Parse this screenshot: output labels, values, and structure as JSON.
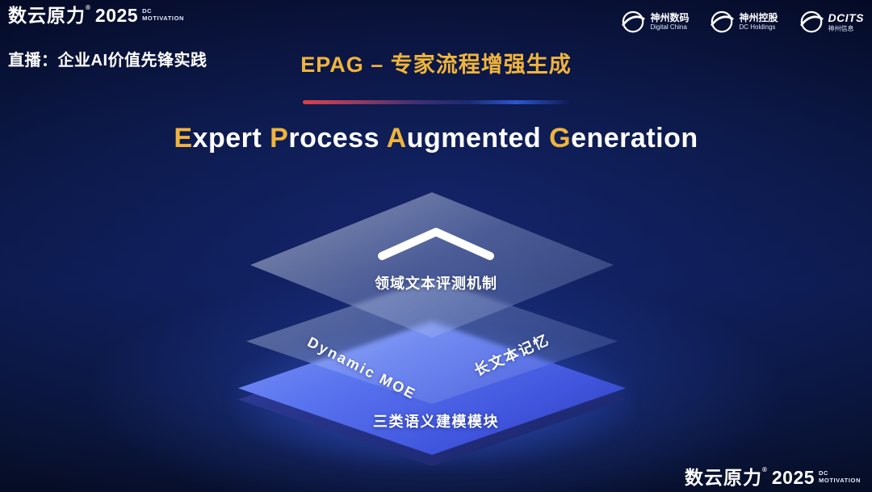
{
  "colors": {
    "accent_gold": "#f0b43c",
    "layer_blue": "#4a63e8",
    "background_navy": "#081338",
    "divider_red": "#e04048",
    "divider_blue": "#2c55d0"
  },
  "brand": {
    "name": "数云原力",
    "reg": "®",
    "year": "2025",
    "tag_line1": "DC",
    "tag_line2": "MOTIVATION"
  },
  "header": {
    "live_label": "直播：企业AI价值先锋实践",
    "slide_title": "EPAG – 专家流程增强生成",
    "partners": [
      {
        "name": "神州数码",
        "sub": "Digital China"
      },
      {
        "name": "神州控股",
        "sub": "DC Holdings"
      },
      {
        "name": "DCITS",
        "sub": "神州信息"
      }
    ]
  },
  "main": {
    "title": "Expert Process Augmented Generation",
    "title_parts": [
      {
        "text": "E",
        "accent": true
      },
      {
        "text": "xpert ",
        "accent": false
      },
      {
        "text": "P",
        "accent": true
      },
      {
        "text": "rocess ",
        "accent": false
      },
      {
        "text": "A",
        "accent": true
      },
      {
        "text": "ugmented ",
        "accent": false
      },
      {
        "text": "G",
        "accent": true
      },
      {
        "text": "eneration",
        "accent": false
      }
    ],
    "diagram": {
      "top_layer_label": "领域文本评测机制",
      "middle_layer_label_left": "Dynamic MOE",
      "middle_layer_label_right": "长文本记忆",
      "bottom_layer_label": "三类语义建模模块"
    }
  }
}
